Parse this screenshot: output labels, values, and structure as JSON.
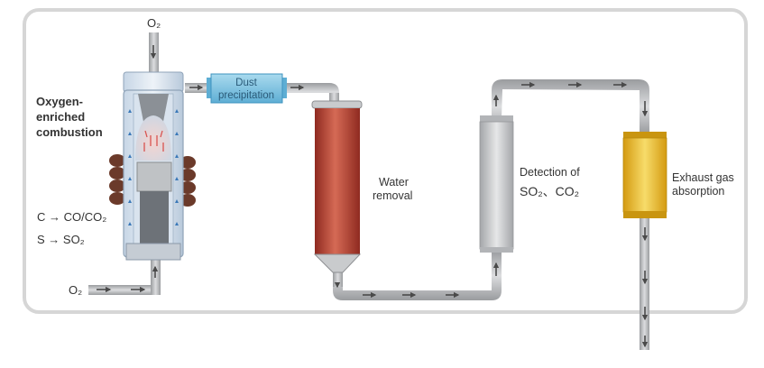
{
  "labels": {
    "o2_top": "O₂",
    "o2_bottom": "O₂",
    "combustion": [
      "Oxygen-",
      "enriched",
      "combustion"
    ],
    "reaction_c": "C → CO/CO₂",
    "reaction_s": "S → SO₂",
    "dust": [
      "Dust",
      "precipitation"
    ],
    "water": [
      "Water",
      "removal"
    ],
    "detection": [
      "Detection of",
      "SO₂、CO₂"
    ],
    "exhaust": [
      "Exhaust gas",
      "absorption"
    ]
  },
  "colors": {
    "frame": "#d6d6d6",
    "pipe": "#a9abae",
    "pipe_light": "#d4d5d7",
    "dust_box": "#7ec3e0",
    "water_column": "#b8392c",
    "detector": "#c4c6c8",
    "absorber": "#e8b820",
    "coil": "#6b3a2a",
    "flow_arrow": "#555555"
  }
}
